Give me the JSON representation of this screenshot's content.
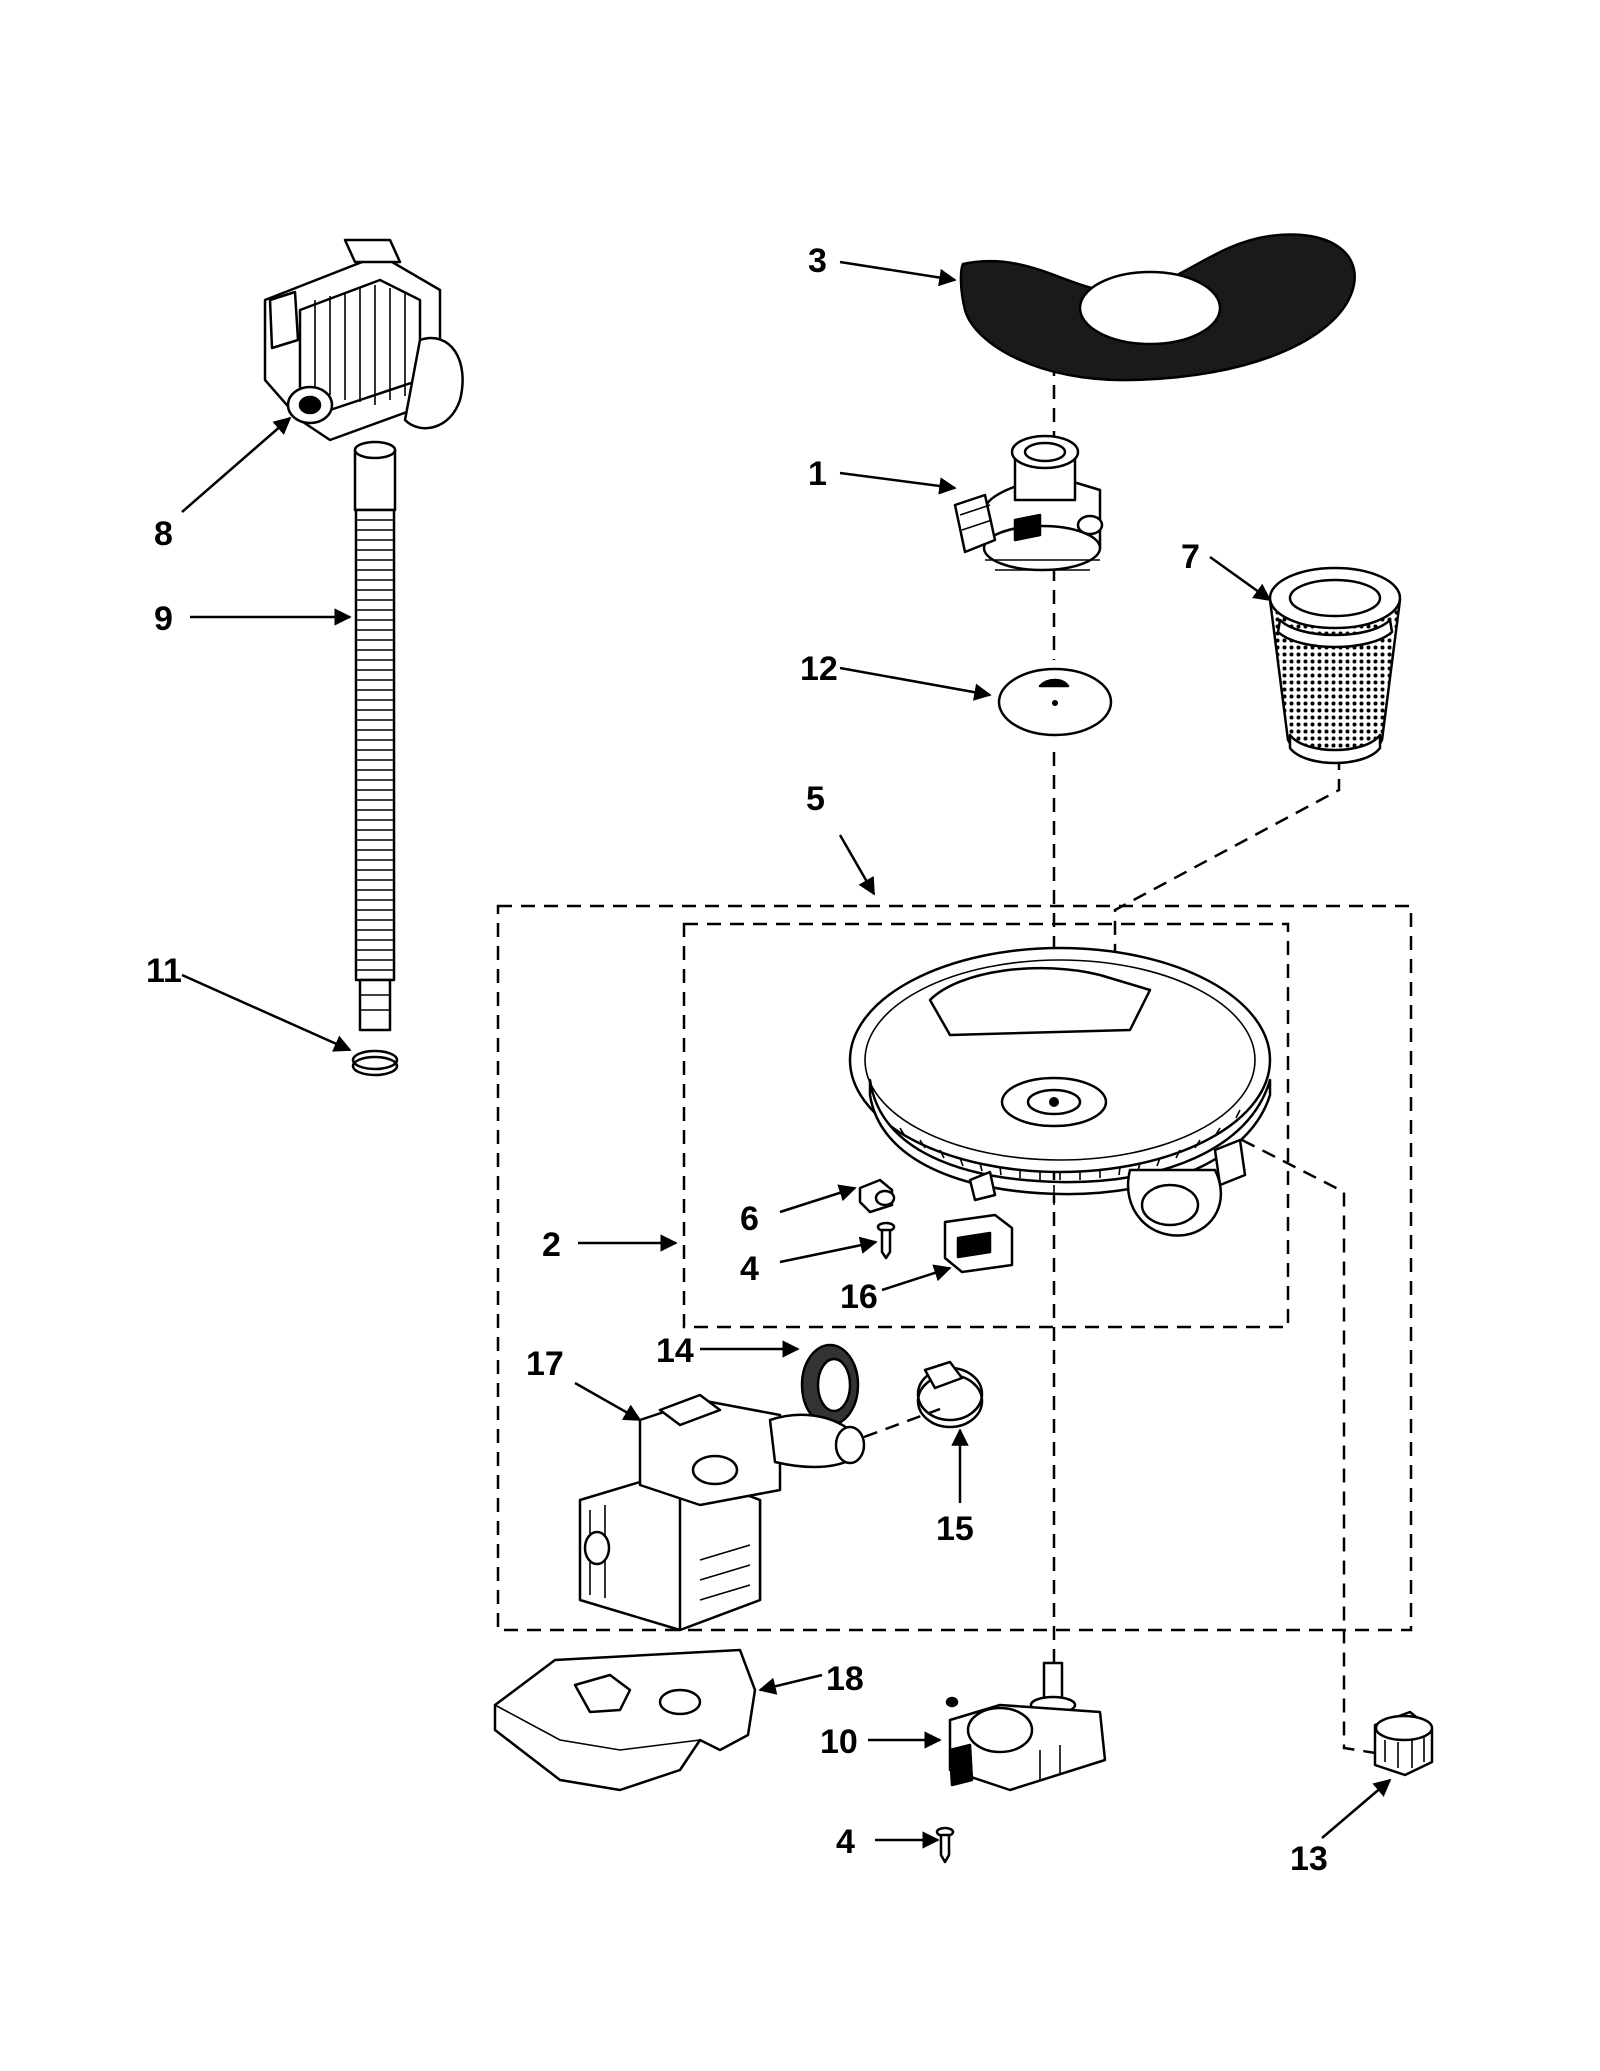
{
  "diagram": {
    "callouts": [
      "1",
      "2",
      "3",
      "4",
      "4",
      "5",
      "6",
      "7",
      "8",
      "9",
      "10",
      "11",
      "12",
      "13",
      "14",
      "15",
      "16",
      "17",
      "18"
    ]
  }
}
